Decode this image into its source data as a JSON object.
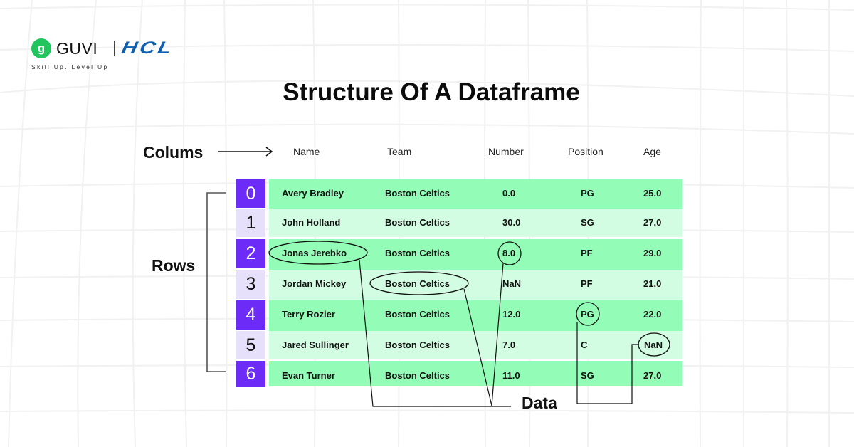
{
  "brand": {
    "guvi_icon_glyph": "g",
    "guvi_label": "GUVI",
    "hcl_label": "HCL",
    "tagline": "Skill Up. Level Up",
    "guvi_color": "#21c45d",
    "hcl_color": "#0f5fae"
  },
  "title": "Structure Of A Dataframe",
  "labels": {
    "columns": "Colums",
    "rows": "Rows",
    "data": "Data"
  },
  "colors": {
    "index_dark": "#6c2bf7",
    "index_light": "#e6e0fb",
    "row_dark": "#93fdb8",
    "row_light": "#d3fde2"
  },
  "table": {
    "columns": [
      "Name",
      "Team",
      "Number",
      "Position",
      "Age"
    ],
    "rows": [
      {
        "index": "0",
        "Name": "Avery Bradley",
        "Team": "Boston Celtics",
        "Number": "0.0",
        "Position": "PG",
        "Age": "25.0"
      },
      {
        "index": "1",
        "Name": "John Holland",
        "Team": "Boston Celtics",
        "Number": "30.0",
        "Position": "SG",
        "Age": "27.0"
      },
      {
        "index": "2",
        "Name": "Jonas Jerebko",
        "Team": "Boston Celtics",
        "Number": "8.0",
        "Position": "PF",
        "Age": "29.0"
      },
      {
        "index": "3",
        "Name": "Jordan Mickey",
        "Team": "Boston Celtics",
        "Number": "NaN",
        "Position": "PF",
        "Age": "21.0"
      },
      {
        "index": "4",
        "Name": "Terry Rozier",
        "Team": "Boston Celtics",
        "Number": "12.0",
        "Position": "PG",
        "Age": "22.0"
      },
      {
        "index": "5",
        "Name": "Jared Sullinger",
        "Team": "Boston Celtics",
        "Number": "7.0",
        "Position": "C",
        "Age": "NaN"
      },
      {
        "index": "6",
        "Name": "Evan Turner",
        "Team": "Boston Celtics",
        "Number": "11.0",
        "Position": "SG",
        "Age": "27.0"
      }
    ]
  },
  "highlighted_cells": [
    {
      "row": 2,
      "column": "Name",
      "value": "Jonas Jerebko"
    },
    {
      "row": 3,
      "column": "Team",
      "value": "Boston Celtics"
    },
    {
      "row": 2,
      "column": "Number",
      "value": "8.0"
    },
    {
      "row": 4,
      "column": "Position",
      "value": "PG"
    },
    {
      "row": 5,
      "column": "Age",
      "value": "NaN"
    }
  ]
}
